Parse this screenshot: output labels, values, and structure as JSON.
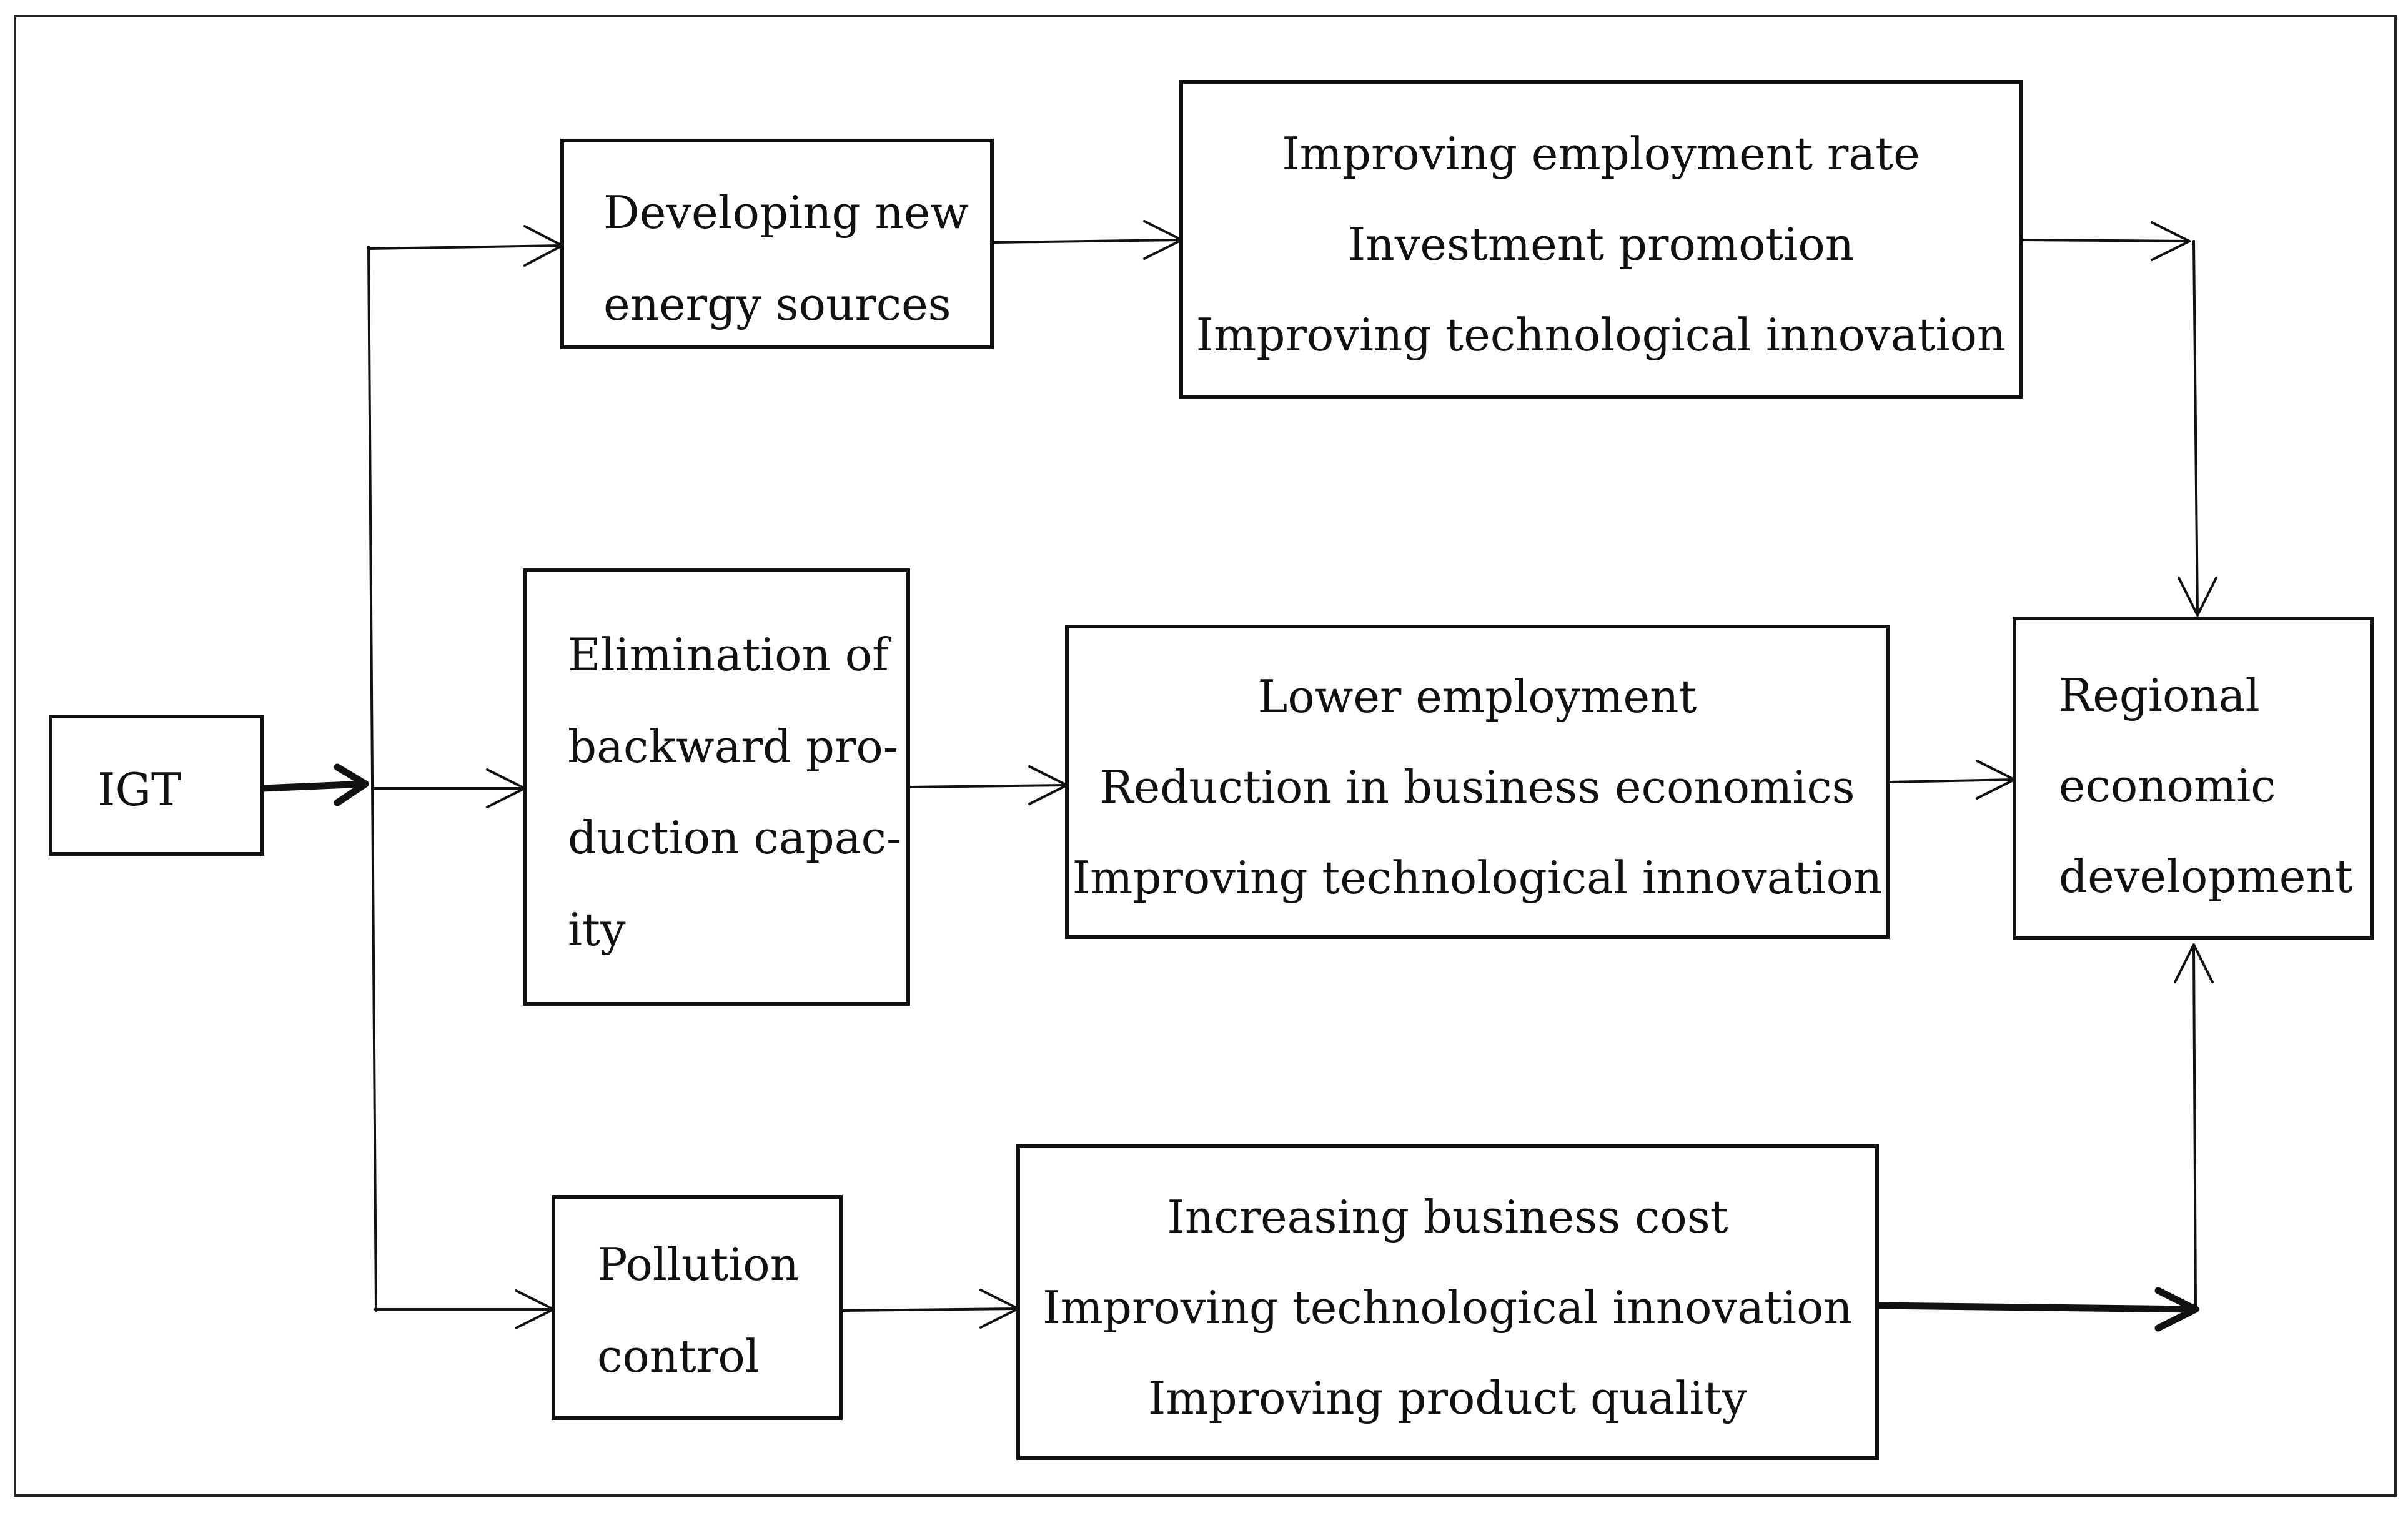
{
  "nodes": {
    "igt": {
      "label": "IGT"
    },
    "new_energy": {
      "lines": [
        "Developing  new",
        "energy sources"
      ]
    },
    "elimination": {
      "lines": [
        "Elimination  of",
        "backward  pro-",
        "duction  capac-",
        "ity"
      ]
    },
    "pollution": {
      "lines": [
        "Pollution",
        "control"
      ]
    },
    "effects_new_energy": {
      "lines": [
        "Improving employment rate",
        "Investment promotion",
        "Improving technological innovation"
      ]
    },
    "effects_elimination": {
      "lines": [
        "Lower employment",
        "Reduction in business economics",
        "Improving technological innovation"
      ]
    },
    "effects_pollution": {
      "lines": [
        "Increasing business cost",
        "Improving technological innovation",
        "Improving product quality"
      ]
    },
    "regional": {
      "lines": [
        "Regional",
        "economic",
        "development"
      ]
    }
  },
  "colors": {
    "stroke": "#111111",
    "background": "#ffffff"
  }
}
